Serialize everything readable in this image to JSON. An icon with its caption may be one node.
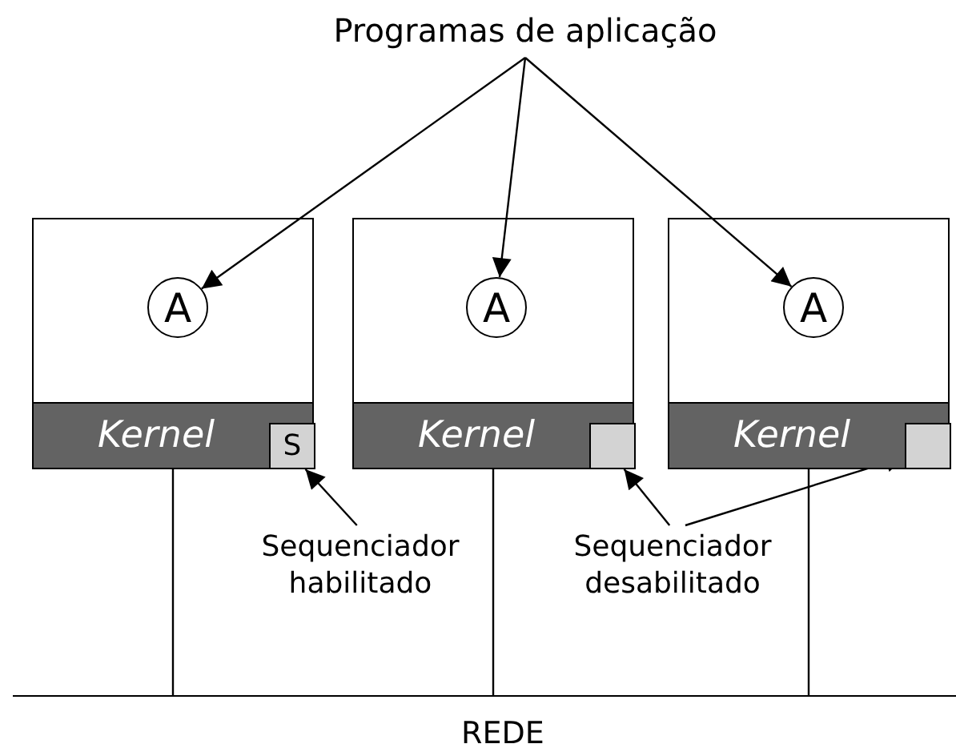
{
  "diagram": {
    "nodes": [
      {
        "text": [
          "Programas de aplicação"
        ]
      },
      {
        "text": [],
        "shape": "box"
      },
      {
        "text": [
          "A"
        ],
        "in": 1
      },
      {
        "text": [
          "Kernel"
        ],
        "in": 1
      },
      {
        "text": [
          "S"
        ],
        "in": 3
      },
      {
        "text": [],
        "shape": "box"
      },
      {
        "text": [
          "A"
        ],
        "in": 5
      },
      {
        "text": [
          "Kernel"
        ],
        "in": 5
      },
      {
        "text": [],
        "shape": "box",
        "in": 7
      },
      {
        "text": [],
        "shape": "box"
      },
      {
        "text": [
          "A"
        ],
        "in": 9
      },
      {
        "text": [
          "Kernel"
        ],
        "in": 9
      },
      {
        "text": [],
        "shape": "box",
        "in": 11
      },
      {
        "text": [
          "Sequenciador habilitado"
        ]
      },
      {
        "text": [
          "Sequenciador desabilitado"
        ]
      },
      {
        "text": [
          "REDE"
        ]
      }
    ],
    "edges": [
      {
        "from": 0,
        "to": 2,
        "arrow": "to"
      },
      {
        "from": 0,
        "to": 6,
        "arrow": "to"
      },
      {
        "from": 0,
        "to": 10,
        "arrow": "to"
      },
      {
        "from": 13,
        "to": 4,
        "arrow": "to"
      },
      {
        "from": 14,
        "to": 8,
        "arrow": "to"
      },
      {
        "from": 14,
        "to": 12,
        "arrow": "to"
      },
      {
        "from": 3,
        "to": 15,
        "arrow": "none"
      },
      {
        "from": 7,
        "to": 15,
        "arrow": "none"
      },
      {
        "from": 11,
        "to": 15,
        "arrow": "none"
      }
    ]
  }
}
